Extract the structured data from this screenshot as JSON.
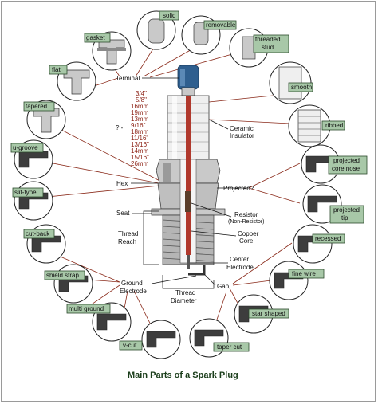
{
  "title": "Main Parts of a Spark Plug",
  "thread_sizes": [
    "3/4\"",
    "5/8\"",
    "16mm",
    "19mm",
    "13mm",
    "9/16\"",
    "18mm",
    "11/16\"",
    "13/16\"",
    "14mm",
    "15/16\"",
    "26mm"
  ],
  "question_mark": "? -",
  "parts": {
    "terminal": "Terminal",
    "ceramic": "Ceramic",
    "insulator": "Insulator",
    "hex": "Hex",
    "projected": "Projected?",
    "seat": "Seat",
    "resistor": "Resistor",
    "non_resistor": "(Non-Resistor)",
    "copper": "Copper",
    "core": "Core",
    "thread": "Thread",
    "reach": "Reach",
    "center": "Center",
    "electrode": "Electrode",
    "ground": "Ground",
    "ground_electrode": "Electrode",
    "gap": "Gap",
    "diameter": "Diameter",
    "thread_diameter": "Thread"
  },
  "variants": {
    "solid": "solid",
    "removable": "removable",
    "threaded": "threaded",
    "stud": "stud",
    "smooth": "smooth",
    "ribbed": "ribbed",
    "projected": "projected",
    "core_nose": "core nose",
    "projected_tip_1": "projected",
    "projected_tip_2": "tip",
    "recessed": "recessed",
    "fine_wire": "fine wire",
    "star_shaped": "star shaped",
    "taper_cut": "taper cut",
    "v_cut": "v-cut",
    "multi_ground": "multi ground",
    "shield_strap": "shield strap",
    "cut_back": "cut-back",
    "slit_type": "slit-type",
    "u_groove": "u-groove",
    "tapered": "tapered",
    "flat": "flat",
    "gasket": "gasket"
  },
  "colors": {
    "circle_fill": "#ffffff",
    "metal": "#c9c9c9",
    "leader": "#8a2a1a",
    "terminal_blue": "#2f5f8f",
    "label_tile": "#a8c8a8",
    "insulator": "#efefef"
  }
}
